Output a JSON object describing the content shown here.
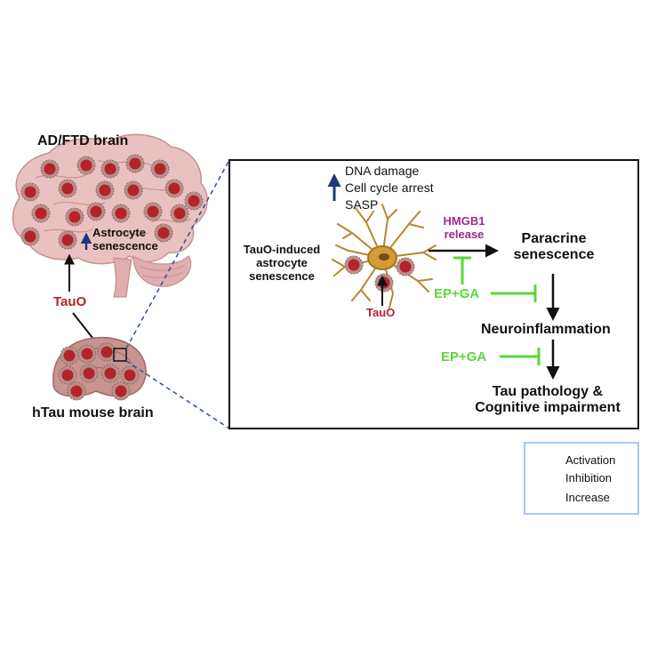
{
  "brain_ad": {
    "title": "AD/FTD brain",
    "label": "Astrocyte\nsenescence"
  },
  "tauo_left": "TauO",
  "mouse": {
    "title": "hTau mouse brain"
  },
  "panel": {
    "markers": [
      "DNA damage",
      "Cell cycle arrest",
      "SASP"
    ],
    "astro_label": "TauO-induced\nastrocyte\nsenescence",
    "tauo_label": "TauO",
    "hmgb1": "HMGB1\nrelease",
    "paracrine": "Paracrine\nsenescence",
    "epga_1": "EP+GA",
    "neuroinflammation": "Neuroinflammation",
    "epga_2": "EP+GA",
    "outcome": "Tau pathology &\nCognitive impairment"
  },
  "legend": {
    "activation": "Activation",
    "inhibition": "Inhibition",
    "increase": "Increase"
  },
  "colors": {
    "tau_red": "#b5232a",
    "green": "#5cd63b",
    "navy": "#1d3a78",
    "purple": "#9b2a8c",
    "astro": "#b9862e",
    "brain": "#e9c1c0",
    "mouse": "#c8948f"
  },
  "icons": [
    "brain-illustration",
    "mouse-brain-slice",
    "astrocyte-cell",
    "tau-oligomer-icon",
    "up-arrow-icon",
    "activation-arrow-icon",
    "inhibition-bar-icon"
  ]
}
